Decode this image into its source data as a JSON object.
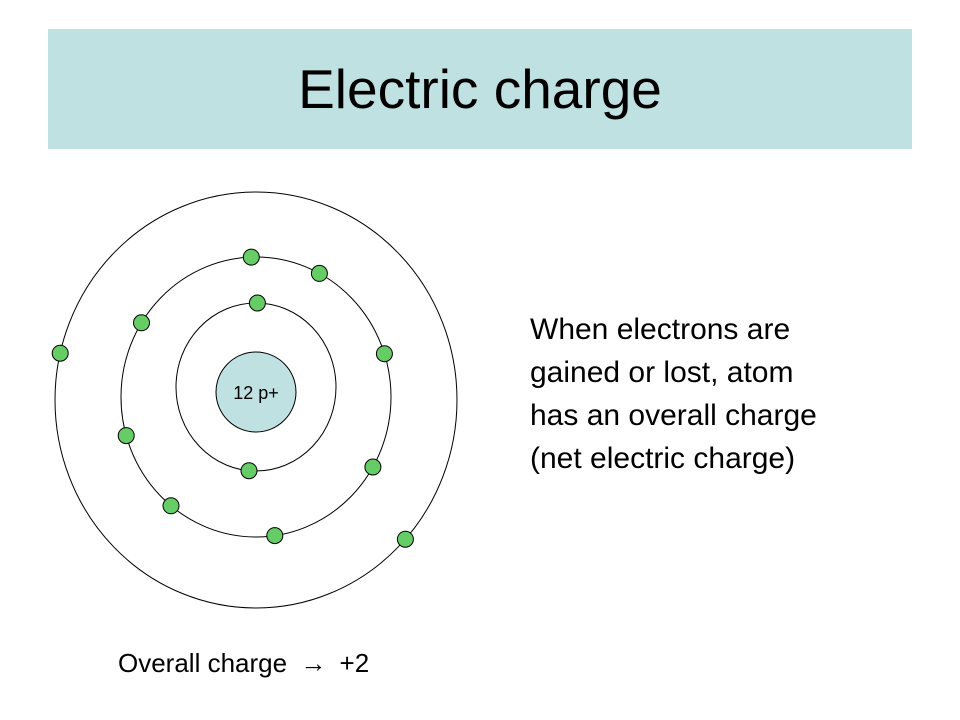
{
  "title": "Electric charge",
  "nucleus_label": "12 p+",
  "colors": {
    "title_bar": "#bfe1e1",
    "nucleus": "#bfe1e1",
    "electron": "#66cc66"
  },
  "shells": [
    {
      "name": "shell-1",
      "electrons": 2
    },
    {
      "name": "shell-2",
      "electrons": 8
    },
    {
      "name": "shell-3",
      "electrons": 2
    }
  ],
  "description_lines": [
    "When electrons are",
    "gained or lost, atom",
    "has an overall charge",
    "(net electric charge)"
  ],
  "overall_charge": {
    "label": "Overall charge",
    "arrow": "→",
    "value": "+2"
  }
}
